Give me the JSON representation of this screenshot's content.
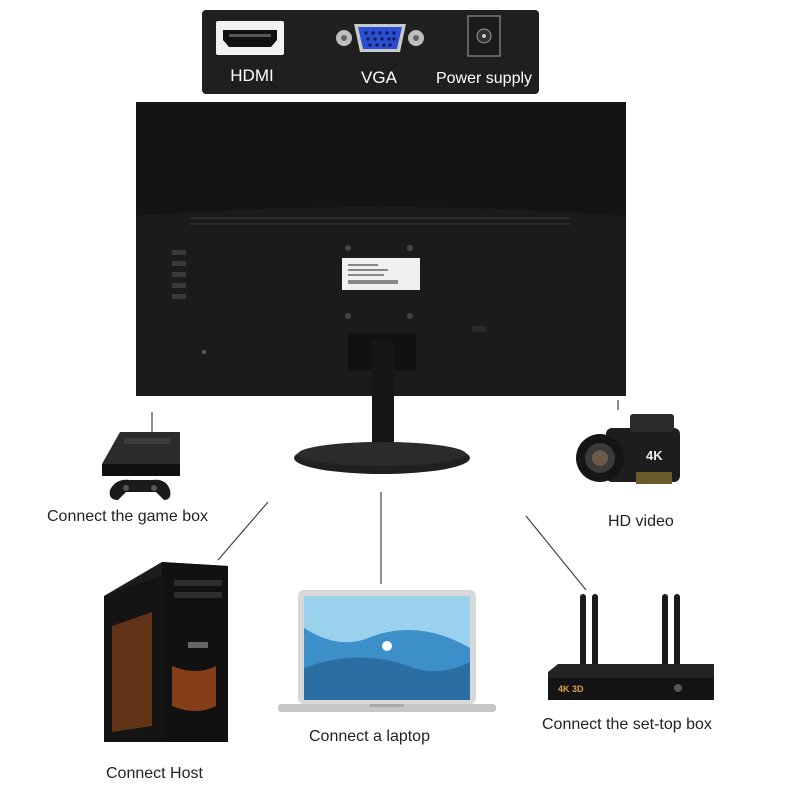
{
  "ports": {
    "hdmi": "HDMI",
    "vga": "VGA",
    "power": "Power supply"
  },
  "devices": {
    "game_box": "Connect the game box",
    "hd_video": "HD video",
    "host": "Connect Host",
    "laptop": "Connect a laptop",
    "set_top_box": "Connect the set-top box"
  },
  "product_marks": {
    "camcorder_badge": "4K",
    "settop_badge": "4K 3D"
  },
  "colors": {
    "monitor_body": "#1b1b1b",
    "port_panel": "#1f1f1f",
    "vga_port": "#2c4fd1",
    "host_glow": "#c4581d",
    "laptop_screen": "#3c8fc9"
  }
}
